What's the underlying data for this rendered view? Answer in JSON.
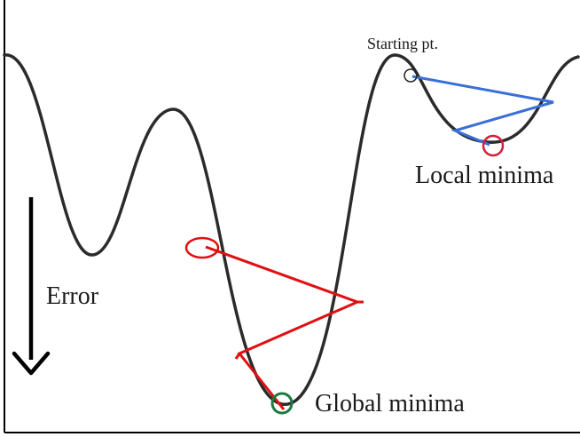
{
  "labels": {
    "starting_point": "Starting pt.",
    "local_minima": "Local minima",
    "global_minima": "Global minima",
    "error": "Error"
  },
  "colors": {
    "curve": "#2b2b2b",
    "axes": "#000000",
    "red_path": "#e01010",
    "blue_path": "#3a6fd8",
    "global_marker": "#1e7a3c",
    "local_marker": "#d0203a",
    "start_marker": "#222222"
  }
}
